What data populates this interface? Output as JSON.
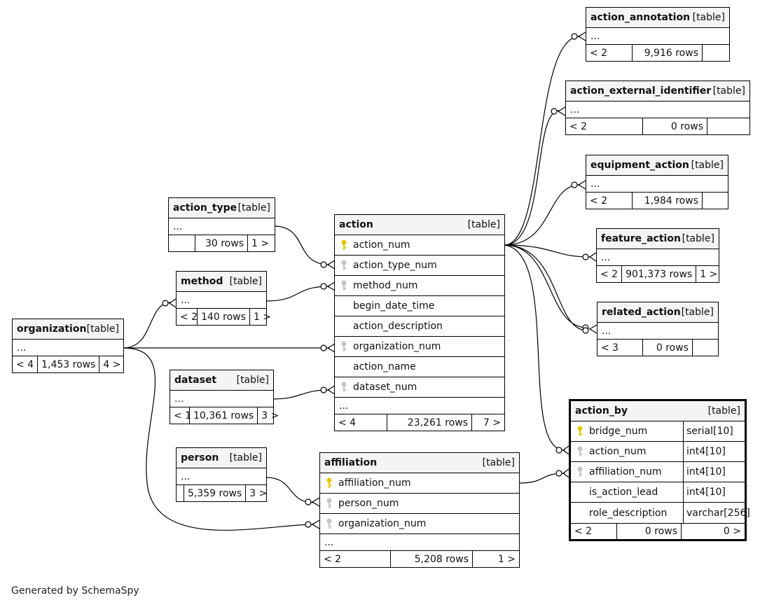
{
  "tables": {
    "action_annotation": {
      "name": "action_annotation",
      "kind": "[table]",
      "ellipsis": "...",
      "parents": "< 2",
      "rows": "9,916 rows",
      "children": ""
    },
    "action_external_identifier": {
      "name": "action_external_identifier",
      "kind": "[table]",
      "ellipsis": "...",
      "parents": "< 2",
      "rows": "0 rows",
      "children": ""
    },
    "equipment_action": {
      "name": "equipment_action",
      "kind": "[table]",
      "ellipsis": "...",
      "parents": "< 2",
      "rows": "1,984 rows",
      "children": ""
    },
    "feature_action": {
      "name": "feature_action",
      "kind": "[table]",
      "ellipsis": "...",
      "parents": "< 2",
      "rows": "901,373 rows",
      "children": "1 >"
    },
    "related_action": {
      "name": "related_action",
      "kind": "[table]",
      "ellipsis": "...",
      "parents": "< 3",
      "rows": "0 rows",
      "children": ""
    },
    "action_type": {
      "name": "action_type",
      "kind": "[table]",
      "ellipsis": "...",
      "parents": "",
      "rows": "30 rows",
      "children": "1 >"
    },
    "method": {
      "name": "method",
      "kind": "[table]",
      "ellipsis": "...",
      "parents": "< 2",
      "rows": "140 rows",
      "children": "1 >"
    },
    "organization": {
      "name": "organization",
      "kind": "[table]",
      "ellipsis": "...",
      "parents": "< 4",
      "rows": "1,453 rows",
      "children": "4 >"
    },
    "dataset": {
      "name": "dataset",
      "kind": "[table]",
      "ellipsis": "...",
      "parents": "< 1",
      "rows": "10,361 rows",
      "children": "3 >"
    },
    "person": {
      "name": "person",
      "kind": "[table]",
      "ellipsis": "...",
      "parents": "",
      "rows": "5,359 rows",
      "children": "3 >"
    },
    "action": {
      "name": "action",
      "kind": "[table]",
      "ellipsis": "...",
      "parents": "< 4",
      "rows": "23,261 rows",
      "children": "7 >",
      "columns": [
        {
          "name": "action_num",
          "key": "pk"
        },
        {
          "name": "action_type_num",
          "key": "fk"
        },
        {
          "name": "method_num",
          "key": "fk"
        },
        {
          "name": "begin_date_time",
          "key": "none"
        },
        {
          "name": "action_description",
          "key": "none"
        },
        {
          "name": "organization_num",
          "key": "fk"
        },
        {
          "name": "action_name",
          "key": "none"
        },
        {
          "name": "dataset_num",
          "key": "fk"
        }
      ]
    },
    "affiliation": {
      "name": "affiliation",
      "kind": "[table]",
      "ellipsis": "...",
      "parents": "< 2",
      "rows": "5,208 rows",
      "children": "1 >",
      "columns": [
        {
          "name": "affiliation_num",
          "key": "pk"
        },
        {
          "name": "person_num",
          "key": "fk"
        },
        {
          "name": "organization_num",
          "key": "fk"
        }
      ]
    },
    "action_by": {
      "name": "action_by",
      "kind": "[table]",
      "parents": "< 2",
      "rows": "0 rows",
      "children": "0 >",
      "columns": [
        {
          "name": "bridge_num",
          "key": "pk",
          "type": "serial[10]"
        },
        {
          "name": "action_num",
          "key": "fk",
          "type": "int4[10]"
        },
        {
          "name": "affiliation_num",
          "key": "fk",
          "type": "int4[10]"
        },
        {
          "name": "is_action_lead",
          "key": "none",
          "type": "int4[10]"
        },
        {
          "name": "role_description",
          "key": "none",
          "type": "varchar[256]"
        }
      ]
    }
  },
  "footer": "Generated by SchemaSpy",
  "colors": {
    "primary_key": "#e6c800",
    "foreign_key": "#c4c4c4",
    "header_bg": "#f4f4f4",
    "line": "#000000"
  }
}
